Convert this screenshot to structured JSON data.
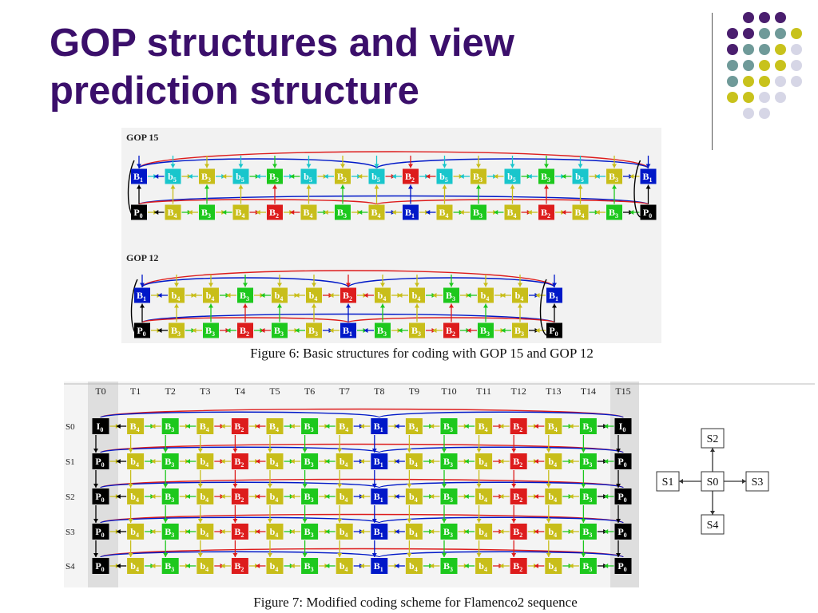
{
  "slide": {
    "title_line1": "GOP structures and view",
    "title_line2": "prediction structure"
  },
  "colors": {
    "title": "#3b0f6b",
    "dot_purple": "#4a1e6e",
    "dot_teal": "#6f9a99",
    "dot_yellow": "#c8c21c",
    "dot_lavender": "#d6d6e6",
    "frame_blue": "#0018c8",
    "frame_cyan": "#19c6cc",
    "frame_yellow": "#c8be1a",
    "frame_green": "#1dc81d",
    "frame_red": "#dd1c1c",
    "frame_black": "#000000"
  },
  "fig6": {
    "gop15": {
      "label": "GOP 15",
      "top_row": [
        {
          "t": "B",
          "s": "1",
          "c": "blue"
        },
        {
          "t": "b",
          "s": "5",
          "c": "cyan"
        },
        {
          "t": "B",
          "s": "3",
          "c": "yellow"
        },
        {
          "t": "b",
          "s": "5",
          "c": "cyan"
        },
        {
          "t": "B",
          "s": "3",
          "c": "green"
        },
        {
          "t": "b",
          "s": "5",
          "c": "cyan"
        },
        {
          "t": "B",
          "s": "3",
          "c": "yellow"
        },
        {
          "t": "b",
          "s": "5",
          "c": "cyan"
        },
        {
          "t": "B",
          "s": "2",
          "c": "red"
        },
        {
          "t": "b",
          "s": "5",
          "c": "cyan"
        },
        {
          "t": "B",
          "s": "3",
          "c": "yellow"
        },
        {
          "t": "b",
          "s": "5",
          "c": "cyan"
        },
        {
          "t": "B",
          "s": "3",
          "c": "green"
        },
        {
          "t": "b",
          "s": "5",
          "c": "cyan"
        },
        {
          "t": "B",
          "s": "3",
          "c": "yellow"
        },
        {
          "t": "B",
          "s": "1",
          "c": "blue"
        }
      ],
      "bottom_row": [
        {
          "t": "P",
          "s": "0",
          "c": "black"
        },
        {
          "t": "B",
          "s": "4",
          "c": "yellow"
        },
        {
          "t": "B",
          "s": "3",
          "c": "green"
        },
        {
          "t": "B",
          "s": "4",
          "c": "yellow"
        },
        {
          "t": "B",
          "s": "2",
          "c": "red"
        },
        {
          "t": "B",
          "s": "4",
          "c": "yellow"
        },
        {
          "t": "B",
          "s": "3",
          "c": "green"
        },
        {
          "t": "B",
          "s": "4",
          "c": "yellow"
        },
        {
          "t": "B",
          "s": "1",
          "c": "blue"
        },
        {
          "t": "B",
          "s": "4",
          "c": "yellow"
        },
        {
          "t": "B",
          "s": "3",
          "c": "green"
        },
        {
          "t": "B",
          "s": "4",
          "c": "yellow"
        },
        {
          "t": "B",
          "s": "2",
          "c": "red"
        },
        {
          "t": "B",
          "s": "4",
          "c": "yellow"
        },
        {
          "t": "B",
          "s": "3",
          "c": "green"
        },
        {
          "t": "P",
          "s": "0",
          "c": "black"
        }
      ]
    },
    "gop12": {
      "label": "GOP 12",
      "top_row": [
        {
          "t": "B",
          "s": "1",
          "c": "blue"
        },
        {
          "t": "b",
          "s": "4",
          "c": "yellow"
        },
        {
          "t": "b",
          "s": "4",
          "c": "yellow"
        },
        {
          "t": "B",
          "s": "3",
          "c": "green"
        },
        {
          "t": "b",
          "s": "4",
          "c": "yellow"
        },
        {
          "t": "b",
          "s": "4",
          "c": "yellow"
        },
        {
          "t": "B",
          "s": "2",
          "c": "red"
        },
        {
          "t": "b",
          "s": "4",
          "c": "yellow"
        },
        {
          "t": "b",
          "s": "4",
          "c": "yellow"
        },
        {
          "t": "B",
          "s": "3",
          "c": "green"
        },
        {
          "t": "b",
          "s": "4",
          "c": "yellow"
        },
        {
          "t": "b",
          "s": "4",
          "c": "yellow"
        },
        {
          "t": "B",
          "s": "1",
          "c": "blue"
        }
      ],
      "bottom_row": [
        {
          "t": "P",
          "s": "0",
          "c": "black"
        },
        {
          "t": "B",
          "s": "3",
          "c": "yellow"
        },
        {
          "t": "B",
          "s": "3",
          "c": "green"
        },
        {
          "t": "B",
          "s": "2",
          "c": "red"
        },
        {
          "t": "B",
          "s": "3",
          "c": "green"
        },
        {
          "t": "B",
          "s": "3",
          "c": "yellow"
        },
        {
          "t": "B",
          "s": "1",
          "c": "blue"
        },
        {
          "t": "B",
          "s": "3",
          "c": "green"
        },
        {
          "t": "B",
          "s": "3",
          "c": "yellow"
        },
        {
          "t": "B",
          "s": "2",
          "c": "red"
        },
        {
          "t": "B",
          "s": "3",
          "c": "green"
        },
        {
          "t": "B",
          "s": "3",
          "c": "yellow"
        },
        {
          "t": "P",
          "s": "0",
          "c": "black"
        }
      ]
    },
    "caption": "Figure 6: Basic structures for coding with GOP 15 and GOP 12"
  },
  "fig7": {
    "time_labels": [
      "T0",
      "T1",
      "T2",
      "T3",
      "T4",
      "T5",
      "T6",
      "T7",
      "T8",
      "T9",
      "T10",
      "T11",
      "T12",
      "T13",
      "T14",
      "T15"
    ],
    "view_labels": [
      "S0",
      "S1",
      "S2",
      "S3",
      "S4"
    ],
    "s0_row": [
      {
        "t": "I",
        "s": "0",
        "c": "black"
      },
      {
        "t": "B",
        "s": "4",
        "c": "yellow"
      },
      {
        "t": "B",
        "s": "3",
        "c": "green"
      },
      {
        "t": "B",
        "s": "4",
        "c": "yellow"
      },
      {
        "t": "B",
        "s": "2",
        "c": "red"
      },
      {
        "t": "B",
        "s": "4",
        "c": "yellow"
      },
      {
        "t": "B",
        "s": "3",
        "c": "green"
      },
      {
        "t": "B",
        "s": "4",
        "c": "yellow"
      },
      {
        "t": "B",
        "s": "1",
        "c": "blue"
      },
      {
        "t": "B",
        "s": "4",
        "c": "yellow"
      },
      {
        "t": "B",
        "s": "3",
        "c": "green"
      },
      {
        "t": "B",
        "s": "4",
        "c": "yellow"
      },
      {
        "t": "B",
        "s": "2",
        "c": "red"
      },
      {
        "t": "B",
        "s": "4",
        "c": "yellow"
      },
      {
        "t": "B",
        "s": "3",
        "c": "green"
      },
      {
        "t": "I",
        "s": "0",
        "c": "black"
      }
    ],
    "other_row": [
      {
        "t": "P",
        "s": "0",
        "c": "black"
      },
      {
        "t": "b",
        "s": "4",
        "c": "yellow"
      },
      {
        "t": "B",
        "s": "3",
        "c": "green"
      },
      {
        "t": "b",
        "s": "4",
        "c": "yellow"
      },
      {
        "t": "B",
        "s": "2",
        "c": "red"
      },
      {
        "t": "b",
        "s": "4",
        "c": "yellow"
      },
      {
        "t": "B",
        "s": "3",
        "c": "green"
      },
      {
        "t": "b",
        "s": "4",
        "c": "yellow"
      },
      {
        "t": "B",
        "s": "1",
        "c": "blue"
      },
      {
        "t": "b",
        "s": "4",
        "c": "yellow"
      },
      {
        "t": "B",
        "s": "3",
        "c": "green"
      },
      {
        "t": "b",
        "s": "4",
        "c": "yellow"
      },
      {
        "t": "B",
        "s": "2",
        "c": "red"
      },
      {
        "t": "b",
        "s": "4",
        "c": "yellow"
      },
      {
        "t": "B",
        "s": "3",
        "c": "green"
      },
      {
        "t": "P",
        "s": "0",
        "c": "black"
      }
    ],
    "view_diagram": {
      "center": "S0",
      "top": "S2",
      "left": "S1",
      "right": "S3",
      "bottom": "S4"
    },
    "caption": "Figure 7: Modified coding scheme for Flamenco2 sequence"
  }
}
